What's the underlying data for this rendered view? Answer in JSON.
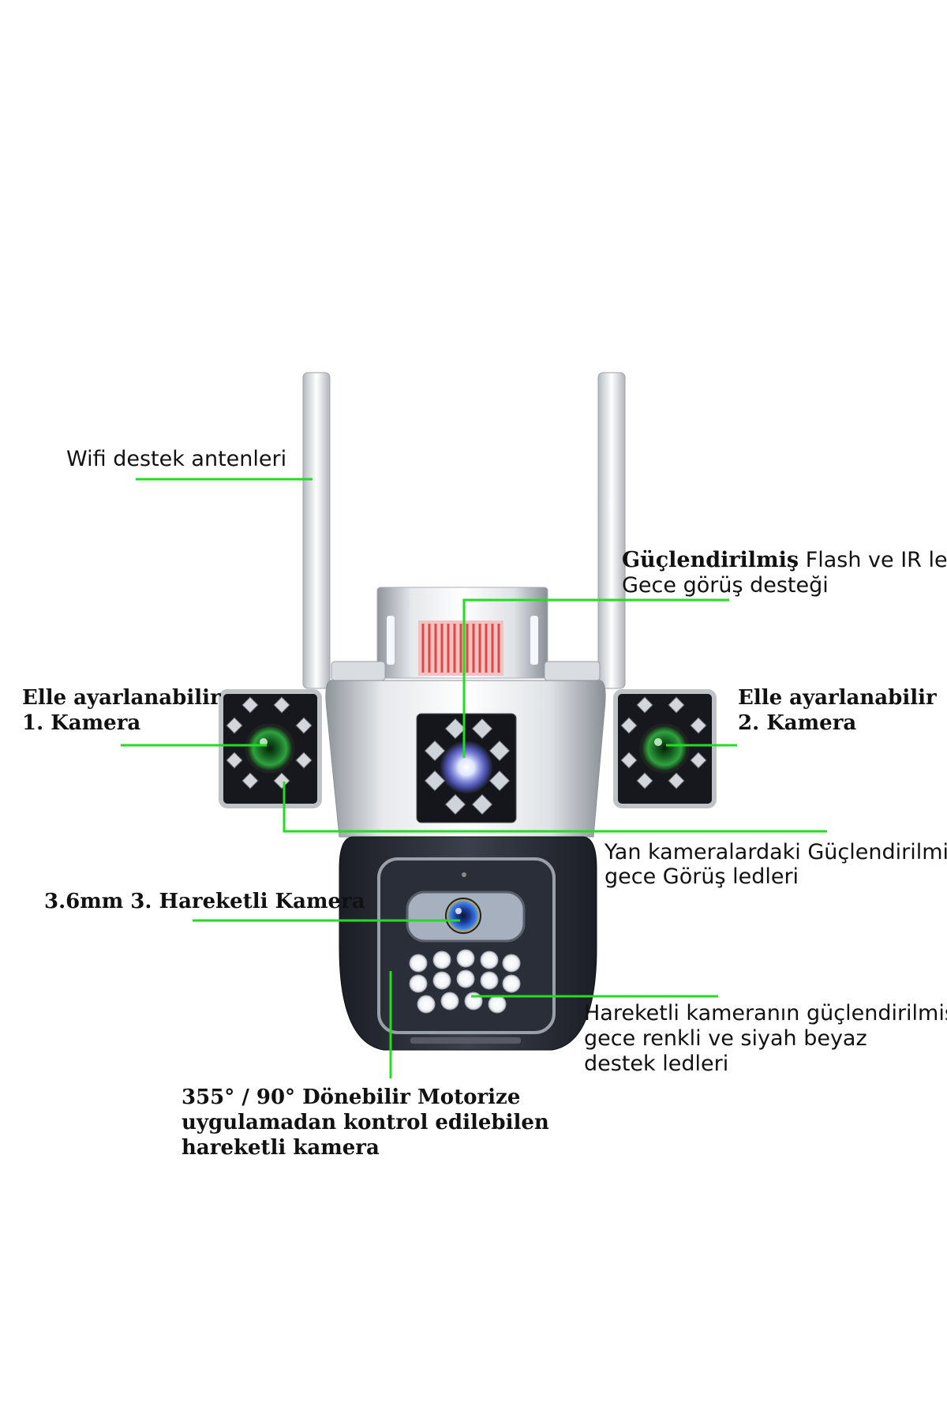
{
  "colors": {
    "leader_line": "#22dd22",
    "body_silver": "#c9ccd1",
    "body_dark": "#2b2f3a",
    "lens_green": "#2e9a3c",
    "lens_blue": "#2a5fd0",
    "ir_panel": "#e85a5a"
  },
  "labels": {
    "antenna": "Wifi destek antenleri",
    "flash_bold": "Güçlendirilmiş",
    "flash_rest": " Flash ve IR led",
    "flash_line2": "Gece görüş desteği",
    "cam1_line1": "Elle ayarlanabilir",
    "cam1_line2": "1. Kamera",
    "cam2_line1": "Elle ayarlanabilir",
    "cam2_line2": "2. Kamera",
    "side_leds_line1": "Yan kameralardaki Güçlendirilmiş",
    "side_leds_line2": "gece Görüş ledleri",
    "cam3": "3.6mm 3. Hareketli Kamera",
    "ptz_leds_line1": "Hareketli kameranın güçlendirilmiş",
    "ptz_leds_line2": "gece renkli ve siyah beyaz",
    "ptz_leds_line3": "destek ledleri",
    "motor_line1": "355° / 90° Dönebilir Motorize",
    "motor_line2": "uygulamadan kontrol edilebilen",
    "motor_line3": "hareketli kamera"
  }
}
